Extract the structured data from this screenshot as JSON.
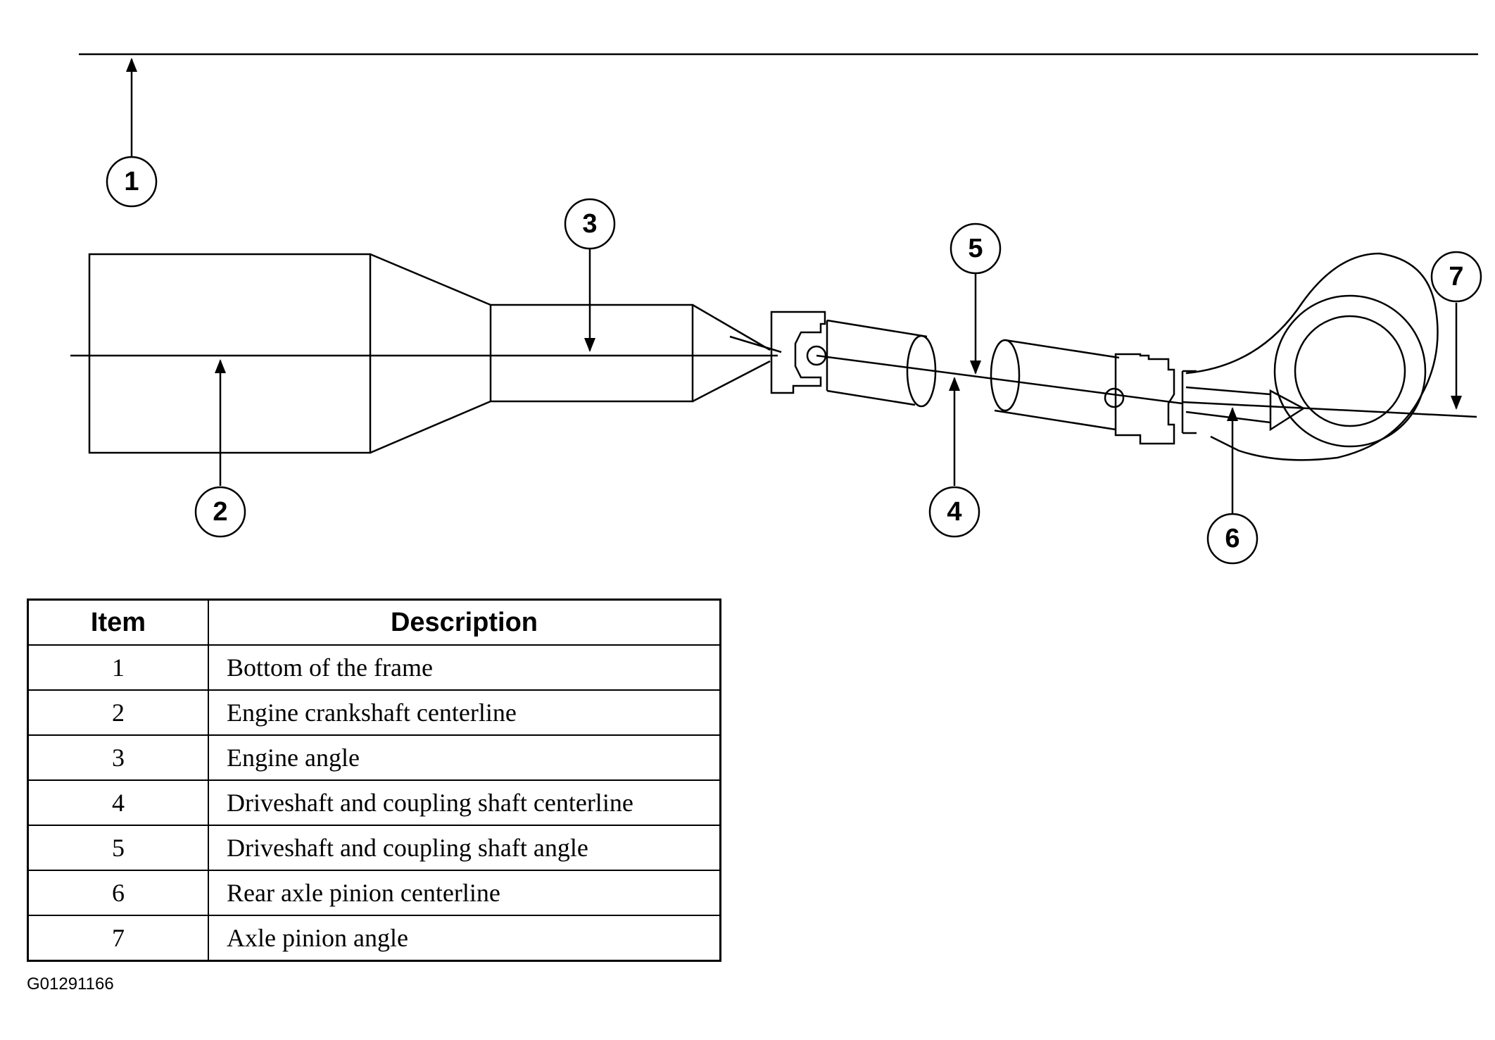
{
  "callouts": [
    "1",
    "2",
    "3",
    "4",
    "5",
    "6",
    "7"
  ],
  "legend": {
    "headers": {
      "item": "Item",
      "description": "Description"
    },
    "rows": [
      {
        "item": "1",
        "description": "Bottom of the frame"
      },
      {
        "item": "2",
        "description": "Engine crankshaft centerline"
      },
      {
        "item": "3",
        "description": "Engine angle"
      },
      {
        "item": "4",
        "description": "Driveshaft and coupling shaft centerline"
      },
      {
        "item": "5",
        "description": "Driveshaft and coupling shaft angle"
      },
      {
        "item": "6",
        "description": "Rear axle pinion centerline"
      },
      {
        "item": "7",
        "description": "Axle pinion angle"
      }
    ]
  },
  "figure_id": "G01291166"
}
